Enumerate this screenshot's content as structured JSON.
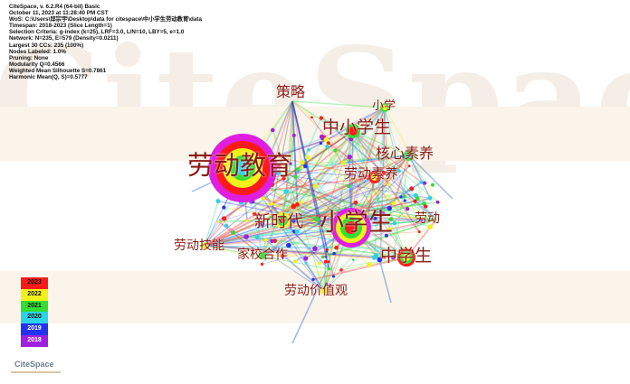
{
  "header_lines": [
    "CiteSpace, v. 6.2.R4 (64-bit) Basic",
    "October 11, 2023 at 11:28:40 PM CST",
    "WoS: C:\\Users\\邱宗宇\\Desktop\\data for citespace\\中小学生劳动教育\\data",
    "Timespan: 2018-2023 (Slice Length=1)",
    "Selection Criteria: g-index (k=25), LRF=3.0, L/N=10, LBY=5, e=1.0",
    "Network: N=235, E=579 (Density=0.0211)",
    "Largest 30 CCs: 235 (100%)",
    "Nodes Labeled: 1.0%",
    "Pruning: None",
    "Modularity Q=0.4566",
    "Weighted Mean Silhouette S=0.7861",
    "Harmonic Mean(Q, S)=0.5777"
  ],
  "watermark": "CiteSpace",
  "logo": "CiteSpace",
  "keywords": [
    "劳动教育",
    "小学生",
    "中小学生",
    "新时代",
    "中学生",
    "劳动素养",
    "核心素养",
    "策略",
    "小学",
    "劳动",
    "劳动技能",
    "家校合作",
    "劳动价值观"
  ],
  "legend": [
    {
      "year": "2023",
      "color": "#ff1a1a"
    },
    {
      "year": "2022",
      "color": "#f2f21a"
    },
    {
      "year": "2021",
      "color": "#33dd33"
    },
    {
      "year": "2020",
      "color": "#2ad4e8"
    },
    {
      "year": "2019",
      "color": "#2233ee"
    },
    {
      "year": "2018",
      "color": "#a020e0"
    }
  ]
}
